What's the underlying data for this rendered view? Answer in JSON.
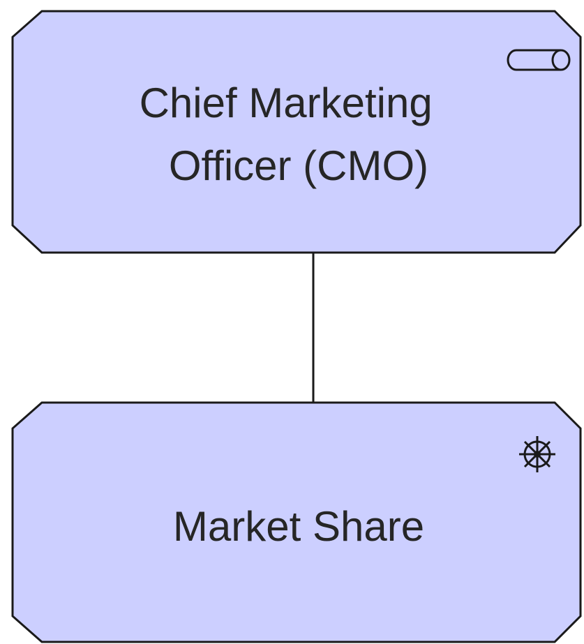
{
  "diagram": {
    "nodes": [
      {
        "id": "cmo",
        "lines": [
          "Chief Marketing",
          "Officer (CMO)"
        ],
        "type": "stakeholder",
        "icon": "stakeholder-icon",
        "fill": "#cccfff"
      },
      {
        "id": "market-share",
        "lines": [
          "Market Share"
        ],
        "type": "driver",
        "icon": "driver-icon",
        "fill": "#cccfff"
      }
    ],
    "edges": [
      {
        "from": "cmo",
        "to": "market-share",
        "type": "association"
      }
    ]
  }
}
